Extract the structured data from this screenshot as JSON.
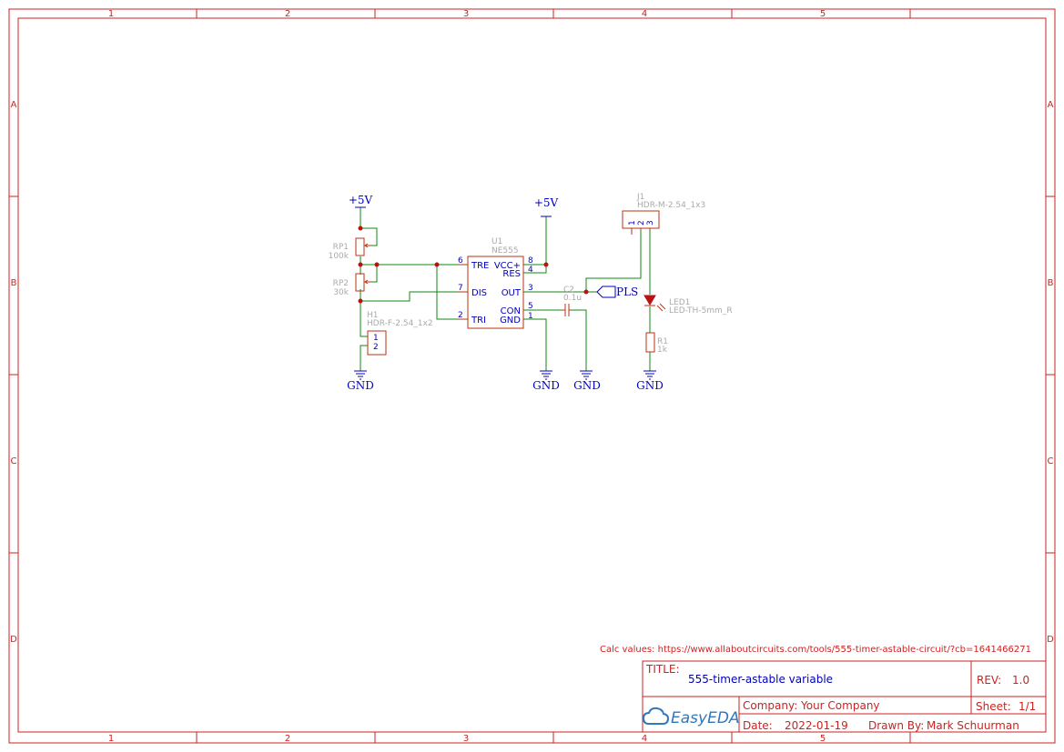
{
  "frame": {
    "columns": [
      "1",
      "2",
      "3",
      "4",
      "5"
    ],
    "rows": [
      "A",
      "B",
      "C",
      "D"
    ]
  },
  "parts": {
    "u1": {
      "ref": "U1",
      "value": "NE555",
      "pins_left": [
        {
          "num": "6",
          "name": "TRE"
        },
        {
          "num": "7",
          "name": "DIS"
        },
        {
          "num": "2",
          "name": "TRI"
        }
      ],
      "pins_right": [
        {
          "num": "8",
          "name": "VCC+"
        },
        {
          "num": "4",
          "name": "RES"
        },
        {
          "num": "3",
          "name": "OUT"
        },
        {
          "num": "5",
          "name": "CON"
        },
        {
          "num": "1",
          "name": "GND"
        }
      ]
    },
    "rp1": {
      "ref": "RP1",
      "value": "100k"
    },
    "rp2": {
      "ref": "RP2",
      "value": "30k"
    },
    "h1": {
      "ref": "H1",
      "value": "HDR-F-2.54_1x2",
      "pins": [
        "1",
        "2"
      ]
    },
    "c2": {
      "ref": "C2",
      "value": "0.1u"
    },
    "j1": {
      "ref": "J1",
      "value": "HDR-M-2.54_1x3",
      "pins": [
        "1",
        "2",
        "3"
      ]
    },
    "led1": {
      "ref": "LED1",
      "value": "LED-TH-5mm_R"
    },
    "r1": {
      "ref": "R1",
      "value": "1k"
    }
  },
  "nets": {
    "vcc": "+5V",
    "gnd": "GND",
    "pls": "PLS"
  },
  "note": "Calc values: https://www.allaboutcircuits.com/tools/555-timer-astable-circuit/?cb=1641466271",
  "title_block": {
    "title_label": "TITLE:",
    "title": "555-timer-astable variable",
    "rev_label": "REV:",
    "rev": "1.0",
    "company_label": "Company:",
    "company": "Your Company",
    "sheet_label": "Sheet:",
    "sheet": "1/1",
    "date_label": "Date:",
    "date": "2022-01-19",
    "drawn_label": "Drawn By:",
    "drawn_by": "Mark Schuurman",
    "logo": "EasyEDA"
  },
  "colors": {
    "frame": "#cc2222",
    "wire": "#118811",
    "part": "#bb3311",
    "pin_text": "#0000bb",
    "junction": "#bb1111",
    "ref_text": "#aaaaaa"
  }
}
